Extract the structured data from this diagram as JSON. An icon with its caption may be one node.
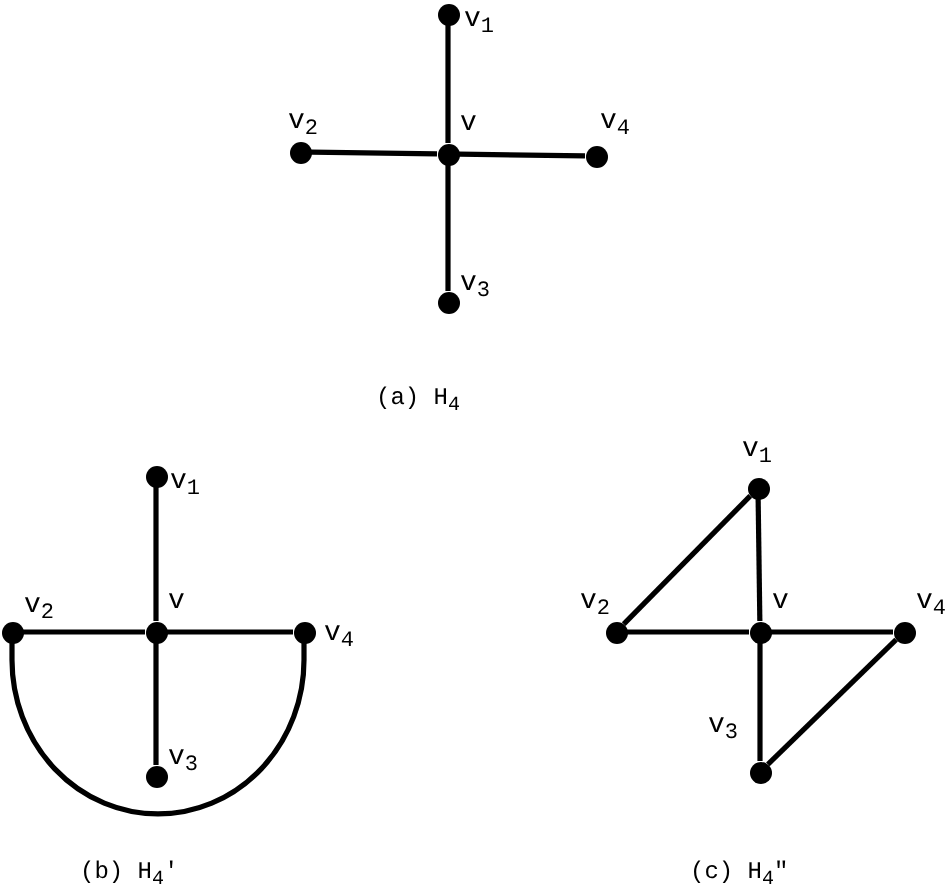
{
  "diagram": {
    "nodes": [
      {
        "text": [],
        "shape": "circle",
        "beside": [
          "v$_{1}$"
        ]
      },
      {
        "text": [],
        "shape": "circle",
        "beside": [
          "v$_{2}$"
        ]
      },
      {
        "text": [],
        "shape": "circle",
        "beside": [
          "v"
        ]
      },
      {
        "text": [],
        "shape": "circle",
        "beside": [
          "v$_{4}$"
        ]
      },
      {
        "text": [],
        "shape": "circle",
        "beside": [
          "v$_{3}$"
        ]
      },
      {
        "text": [],
        "shape": "circle",
        "beside": [
          "v$_{1}$"
        ]
      },
      {
        "text": [],
        "shape": "circle",
        "beside": [
          "v$_{2}$"
        ]
      },
      {
        "text": [],
        "shape": "circle",
        "beside": [
          "v"
        ]
      },
      {
        "text": [],
        "shape": "circle",
        "beside": [
          "v$_{4}$"
        ]
      },
      {
        "text": [],
        "shape": "circle",
        "beside": [
          "v$_{3}$"
        ]
      },
      {
        "text": [],
        "shape": "circle",
        "beside": [
          "v$_{1}$"
        ]
      },
      {
        "text": [],
        "shape": "circle",
        "beside": [
          "v$_{2}$"
        ]
      },
      {
        "text": [],
        "shape": "circle",
        "beside": [
          "v"
        ]
      },
      {
        "text": [],
        "shape": "circle",
        "beside": [
          "v$_{4}$"
        ]
      },
      {
        "text": [],
        "shape": "circle",
        "beside": [
          "v$_{3}$"
        ]
      }
    ],
    "edges": [
      {
        "from": 2,
        "to": 0,
        "arrow": "none"
      },
      {
        "from": 2,
        "to": 1,
        "arrow": "none"
      },
      {
        "from": 2,
        "to": 3,
        "arrow": "none"
      },
      {
        "from": 2,
        "to": 4,
        "arrow": "none"
      },
      {
        "from": 7,
        "to": 5,
        "arrow": "none"
      },
      {
        "from": 7,
        "to": 6,
        "arrow": "none"
      },
      {
        "from": 7,
        "to": 8,
        "arrow": "none"
      },
      {
        "from": 7,
        "to": 9,
        "arrow": "none"
      },
      {
        "from": 6,
        "to": 8,
        "arrow": "none"
      },
      {
        "from": 12,
        "to": 10,
        "arrow": "none"
      },
      {
        "from": 12,
        "to": 11,
        "arrow": "none"
      },
      {
        "from": 12,
        "to": 13,
        "arrow": "none"
      },
      {
        "from": 12,
        "to": 14,
        "arrow": "none"
      },
      {
        "from": 10,
        "to": 11,
        "arrow": "none"
      },
      {
        "from": 13,
        "to": 14,
        "arrow": "none"
      }
    ],
    "labels": [
      "(a) H$_{4}$",
      "(b) H$_{4}$'",
      "(c) H$_{4}$\""
    ]
  }
}
